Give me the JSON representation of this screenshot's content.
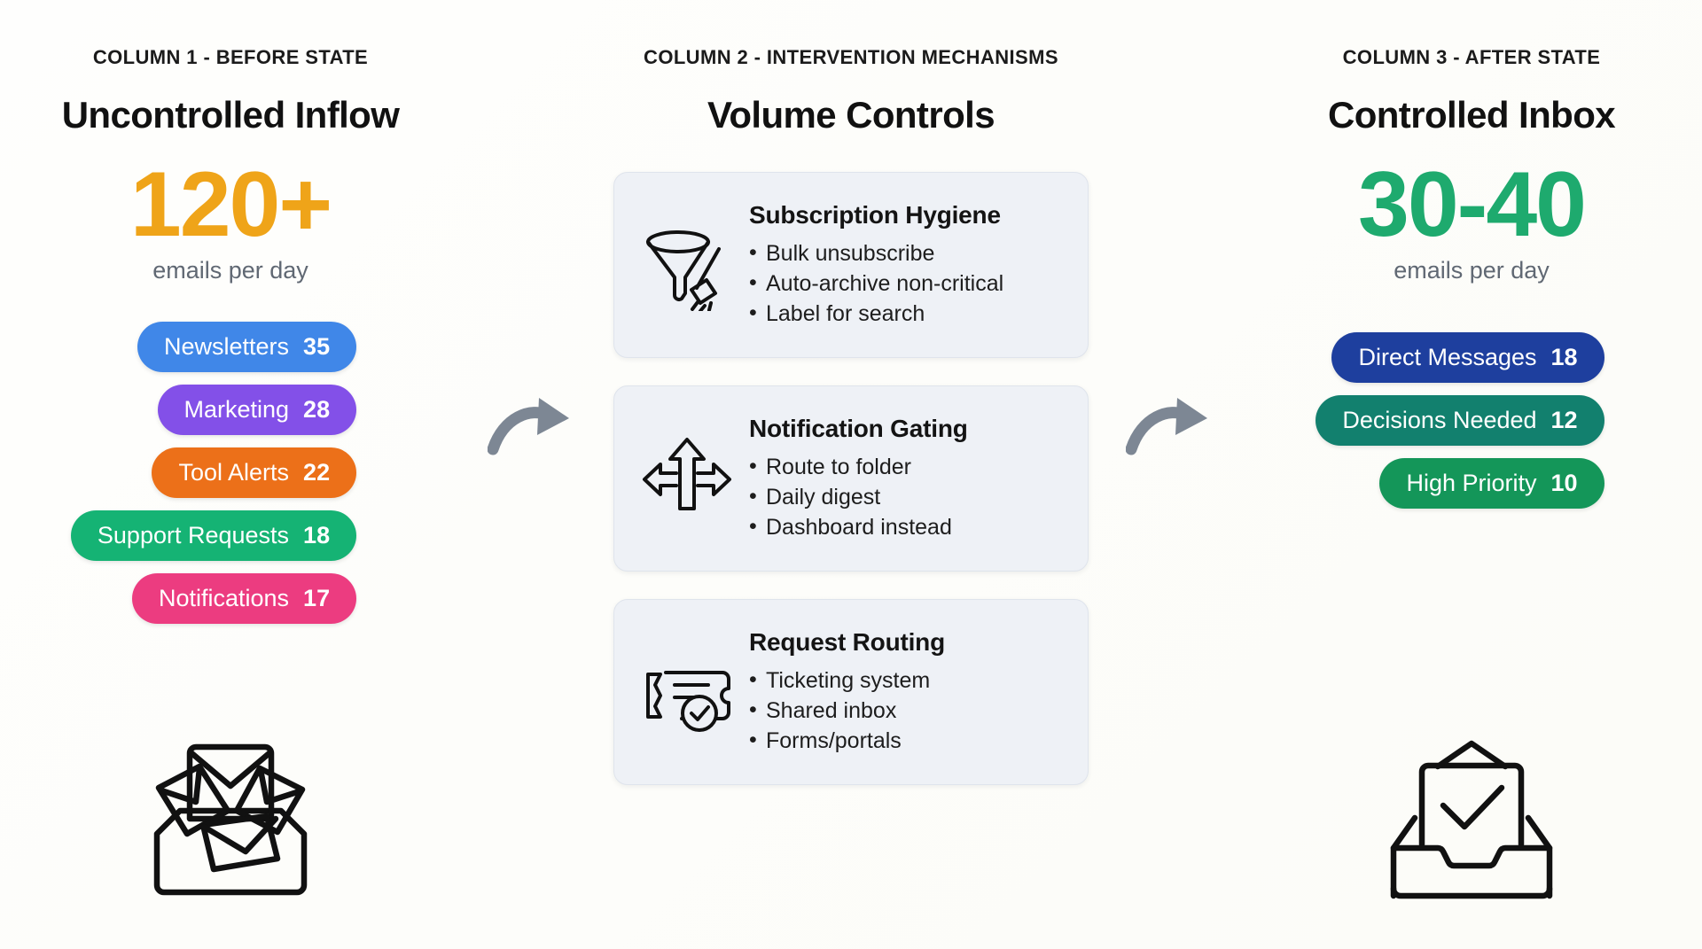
{
  "columns": [
    {
      "kicker": "COLUMN 1 - BEFORE STATE",
      "title": "Uncontrolled Inflow",
      "stat": "120+",
      "stat_color": "#efa419",
      "stat_caption": "emails per day",
      "pills": [
        {
          "label": "Newsletters",
          "value": "35",
          "color": "#4087e8"
        },
        {
          "label": "Marketing",
          "value": "28",
          "color": "#8350e8"
        },
        {
          "label": "Tool Alerts",
          "value": "22",
          "color": "#ec7019"
        },
        {
          "label": "Support Requests",
          "value": "18",
          "color": "#15b374"
        },
        {
          "label": "Notifications",
          "value": "17",
          "color": "#ec3c80"
        }
      ],
      "bottom_icon": "messy-inbox-icon"
    },
    {
      "kicker": "COLUMN 2 - INTERVENTION MECHANISMS",
      "title": "Volume Controls",
      "cards": [
        {
          "icon": "funnel-broom-icon",
          "title": "Subscription Hygiene",
          "items": [
            "Bulk unsubscribe",
            "Auto-archive non-critical",
            "Label for search"
          ]
        },
        {
          "icon": "route-arrows-icon",
          "title": "Notification Gating",
          "items": [
            "Route to folder",
            "Daily digest",
            "Dashboard instead"
          ]
        },
        {
          "icon": "ticket-check-icon",
          "title": "Request Routing",
          "items": [
            "Ticketing system",
            "Shared inbox",
            "Forms/portals"
          ]
        }
      ]
    },
    {
      "kicker": "COLUMN 3 - AFTER STATE",
      "title": "Controlled Inbox",
      "stat": "30-40",
      "stat_color": "#1eaa6e",
      "stat_caption": "emails per day",
      "pills": [
        {
          "label": "Direct Messages",
          "value": "18",
          "color": "#1e3f9e"
        },
        {
          "label": "Decisions Needed",
          "value": "12",
          "color": "#12806e"
        },
        {
          "label": "High Priority",
          "value": "10",
          "color": "#149659"
        }
      ],
      "bottom_icon": "inbox-check-icon"
    }
  ],
  "connectors": [
    {
      "name": "arrow-1",
      "glyph": "curved-arrow-right",
      "color": "#7d8794"
    },
    {
      "name": "arrow-2",
      "glyph": "curved-arrow-right",
      "color": "#7d8794"
    }
  ],
  "theme": {
    "background": "#fdfdfb",
    "card_background": "#eef1f6",
    "card_border": "#dfe4ec",
    "text_primary": "#111111",
    "text_muted": "#606873"
  }
}
